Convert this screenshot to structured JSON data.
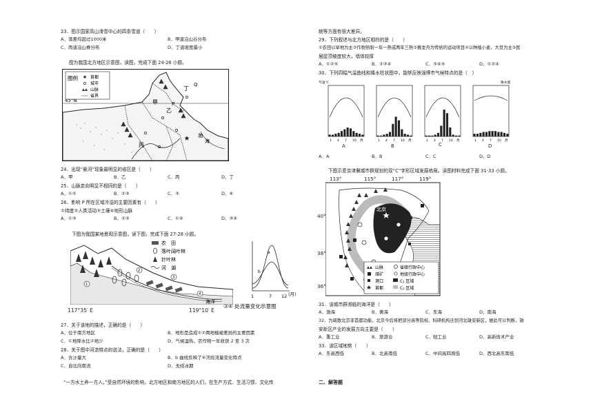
{
  "left": {
    "q23": {
      "stem": "23．图示国家高山滑雪中心的四条雪道（　　）",
      "options": [
        "A．落差均超过1000米",
        "B．甲道沿山谷分布",
        "C．丙道沿山脊分布",
        "D．丁道坡度最小"
      ]
    },
    "intro_24_26": "图为我国北方地区示意图，读图，完成下面 24-26 小题。",
    "map1": {
      "legend_title": "图例",
      "legend_items": [
        "首都",
        "城市",
        "山脉",
        "省界"
      ],
      "lat_label": "45°N",
      "labels": [
        "甲",
        "乙",
        "丙",
        "丁",
        "P",
        "Q",
        "渤",
        "海"
      ]
    },
    "q24": {
      "stem": "24．出现“悬河”现象最明显的省区是（　　）",
      "options": [
        "A．甲",
        "B．乙",
        "C．丙",
        "D．丁"
      ]
    },
    "q25": {
      "stem": "25．山脉走向明显不相同的是（　　）",
      "options": [
        "A．①②",
        "B．②③",
        "C．③",
        "D．④"
      ]
    },
    "q26": {
      "stem": "26．影响 P 所在区域冷湿的主要因素有（　　）",
      "sub": "①纬度②人类活动③土壤④地形山脉",
      "options": [
        "A．①③",
        "B．②③",
        "C．①④",
        "D．③④"
      ]
    },
    "intro_27_28": "下图为我国某地景观示意图，读下图，完成下面 27-28 小题。",
    "landscape": {
      "legend": [
        "农　田",
        "落叶阔叶林",
        "针叶林",
        "河　湖"
      ],
      "sea_label": "海洋",
      "coord_left": "117°35′ E",
      "coord_right": "119°10′ E"
    },
    "flow_chart": {
      "title": "③④ 处流量变化示意图",
      "ticks": [
        "1",
        "7",
        "12"
      ],
      "unit": "(月)",
      "series_labels": [
        "a",
        "b"
      ]
    },
    "q27": {
      "stem": "27．关于该地的描述，正确的是（　　）",
      "options": [
        "A．位于南方地区",
        "B．地形是造成①②两地植被差异的主要因素",
        "C．①地降水比②地少",
        "D．气候湿热，农作物一年收获 2 至 3 次"
      ]
    },
    "q28": {
      "stem": "28．关于图中河流特点的说法，正确的是（　　）",
      "options": [
        "A．含沙量大",
        "B．b 曲线反映了④河段流量变化特点",
        "C．自北向南流",
        "D．无结冰期"
      ]
    },
    "bottom_para": "“一方水土养一方人。”受自然环境的影响，北方地区和南方地区的人们，在生产方式、生活习惯、文化传"
  },
  "right": {
    "top_line": "统等方面有很大差异。",
    "q29": {
      "stem": "29．下列叙述与北方地区相符的是（　　）",
      "line2": "①农田以旱地为主②作物熟制一年一熟或两年三熟③赛龙舟为传统的运动项目④以种植小麦、大豆为主⑤民",
      "line3": "居屋顶坡度较大，墙体较厚",
      "options": [
        "A．①②⑤",
        "B．②③④",
        "C．③④⑤",
        "D．①②④"
      ]
    },
    "q30": {
      "stem": "30．下列四幅气温曲线和降水柱状图中，能够反映淄博市气候特点的是（　）"
    },
    "climate_charts": {
      "y_left": "气温℃",
      "y_right": "降水量",
      "x_ticks": [
        "1",
        "4",
        "7",
        "10",
        "月"
      ],
      "names": [
        "A",
        "B",
        "C",
        "D"
      ]
    },
    "q30_options": [
      "A．A",
      "B．B",
      "C．C",
      "D．D"
    ],
    "intro_31_33": "下图示意京津冀城市群规划的双“C”字形区域发展格局。读图材料完成下面 31-33 小题。",
    "jjj_map": {
      "lon_labels": [
        "113°",
        "115°",
        "117°",
        "119°"
      ],
      "lat_labels": [
        "40°",
        "38°",
        "36°"
      ],
      "capital": "北京",
      "legend": [
        "山脉",
        "省级行政中心",
        "煤矿",
        "地级行政中心",
        "港口",
        "C₁ 区域",
        "首都",
        "C₂ 区域"
      ]
    },
    "q31": {
      "stem": "31．该城市群濒临的海洋是（　　）",
      "options": [
        "A．渤海",
        "B．黄海",
        "C．东海",
        "D．南海"
      ]
    },
    "q32": {
      "stem": "32．为疏散北京非首都功能，北京今后将把部分高等院校、科研机构迁到河北雄安新区，据此可以判断，雄",
      "line2": "安新区产业的发展方向主要是（　　）",
      "options": [
        "A．重工业",
        "B．旅游业",
        "C．轻工业",
        "D．高新技术产业"
      ]
    },
    "q33": {
      "stem": "33．该区域地势（　　）",
      "options": [
        "A．东高西低",
        "B．北高南低",
        "C．中间高四周低",
        "D．西北高东南低"
      ]
    },
    "section2": "二、解答题"
  }
}
